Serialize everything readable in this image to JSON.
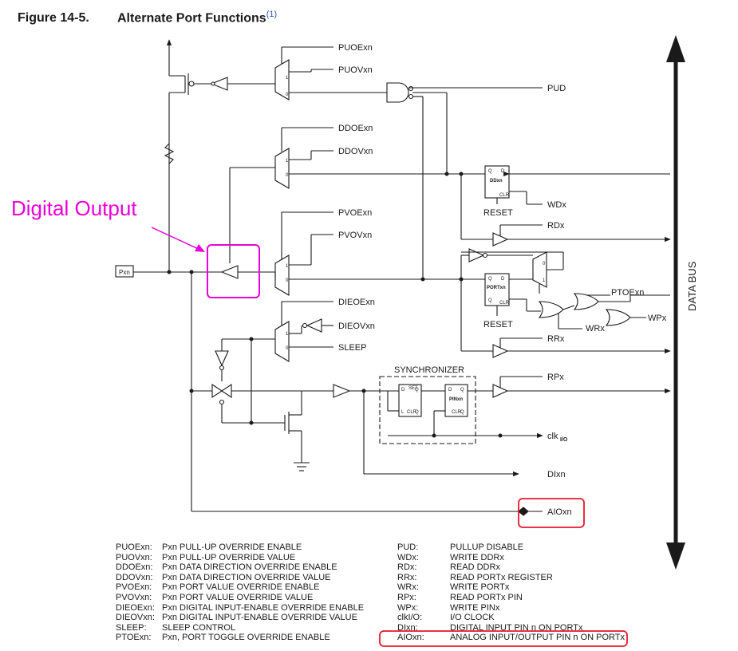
{
  "figure": {
    "number": "Figure 14-5.",
    "title": "Alternate Port Functions",
    "footnote_ref": "(1)"
  },
  "annotations": {
    "digital_output": "Digital Output",
    "highlight_color": "#ea00d8",
    "box_color": "#e8172b"
  },
  "signals": {
    "puoe": "PUOExn",
    "puov": "PUOVxn",
    "pud": "PUD",
    "ddoe": "DDOExn",
    "ddov": "DDOVxn",
    "pvoe": "PVOExn",
    "pvov": "PVOVxn",
    "dieoe": "DIEOExn",
    "dieov": "DIEOVxn",
    "sleep": "SLEEP",
    "pxn": "Pxn",
    "wdx": "WDx",
    "reset1": "RESET",
    "rdx": "RDx",
    "ptoe": "PTOExn",
    "wpx": "WPx",
    "wrx": "WRx",
    "reset2": "RESET",
    "rrx": "RRx",
    "rpx": "RPx",
    "synchronizer": "SYNCHRONIZER",
    "clk": "clk",
    "clk_sub": "I/O",
    "dixn": "DIxn",
    "aioxn": "AIOxn",
    "databus": "DATA BUS",
    "ddxn": "DDxn",
    "portxn": "PORTxn",
    "pinxn": "PINxn",
    "mux1": "1",
    "mux0": "0",
    "ff_d": "D",
    "ff_q": "Q",
    "ff_qbar": "Q",
    "ff_clr": "CLR",
    "ff_set": "SET",
    "ff_l": "L"
  },
  "legend_left": [
    {
      "k": "PUOExn:",
      "v": "Pxn PULL-UP OVERRIDE ENABLE"
    },
    {
      "k": "PUOVxn:",
      "v": "Pxn PULL-UP OVERRIDE VALUE"
    },
    {
      "k": "DDOExn:",
      "v": "Pxn DATA DIRECTION OVERRIDE ENABLE"
    },
    {
      "k": "DDOVxn:",
      "v": "Pxn DATA DIRECTION OVERRIDE VALUE"
    },
    {
      "k": "PVOExn:",
      "v": "Pxn PORT VALUE OVERRIDE ENABLE"
    },
    {
      "k": "PVOVxn:",
      "v": "Pxn PORT VALUE OVERRIDE VALUE"
    },
    {
      "k": "DIEOExn:",
      "v": "Pxn DIGITAL INPUT-ENABLE OVERRIDE ENABLE"
    },
    {
      "k": "DIEOVxn:",
      "v": "Pxn DIGITAL INPUT-ENABLE OVERRIDE VALUE"
    },
    {
      "k": "SLEEP:",
      "v": "SLEEP CONTROL"
    },
    {
      "k": "PTOExn:",
      "v": "Pxn, PORT TOGGLE OVERRIDE ENABLE"
    }
  ],
  "legend_right": [
    {
      "k": "PUD:",
      "v": "PULLUP DISABLE"
    },
    {
      "k": "WDx:",
      "v": "WRITE DDRx"
    },
    {
      "k": "RDx:",
      "v": "READ DDRx"
    },
    {
      "k": "RRx:",
      "v": "READ PORTx REGISTER"
    },
    {
      "k": "WRx:",
      "v": "WRITE PORTx"
    },
    {
      "k": "RPx:",
      "v": "READ PORTx PIN"
    },
    {
      "k": "WPx:",
      "v": "WRITE PINx"
    },
    {
      "k": "clkI/O:",
      "v": "I/O CLOCK"
    },
    {
      "k": "DIxn:",
      "v": "DIGITAL INPUT PIN n ON PORTx"
    },
    {
      "k": "AIOxn:",
      "v": "ANALOG INPUT/OUTPUT PIN n ON PORTx"
    }
  ]
}
